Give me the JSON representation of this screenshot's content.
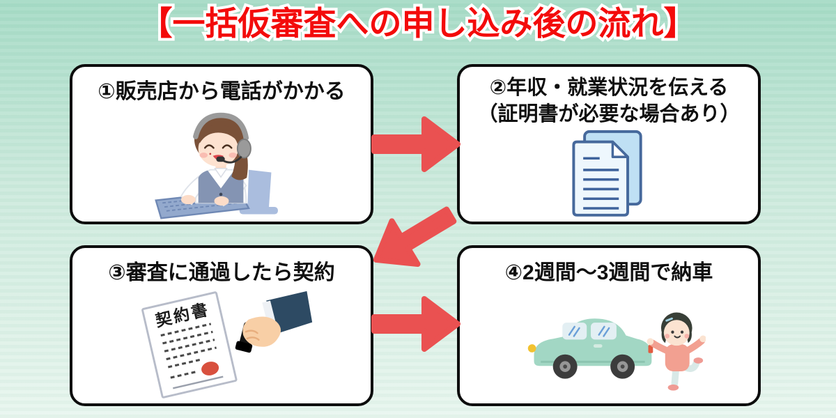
{
  "title": "【一括仮審査への申し込み後の流れ】",
  "steps": [
    {
      "caption": "①販売店から電話がかかる",
      "caption_line2": "",
      "illustration": "call-center-operator"
    },
    {
      "caption": "②年収・就業状況を伝える",
      "caption_line2": "（証明書が必要な場合あり）",
      "illustration": "income-documents"
    },
    {
      "caption": "③審査に通過したら契約",
      "caption_line2": "",
      "illustration": "contract-stamping"
    },
    {
      "caption": "④2週間～3週間で納車",
      "caption_line2": "",
      "illustration": "car-delivery"
    }
  ],
  "illustration_text": {
    "contract_title": "契約書"
  },
  "arrows": [
    {
      "icon": "arrow-right-icon"
    },
    {
      "icon": "arrow-down-left-icon"
    },
    {
      "icon": "arrow-right-icon"
    }
  ],
  "colors": {
    "title_red": "#f30b0b",
    "arrow_red": "#ea5151",
    "box_border": "#0d0d0d",
    "box_bg": "#ffffff",
    "bg_top": "#a6dbc6",
    "bg_bottom": "#e9f6ef"
  }
}
